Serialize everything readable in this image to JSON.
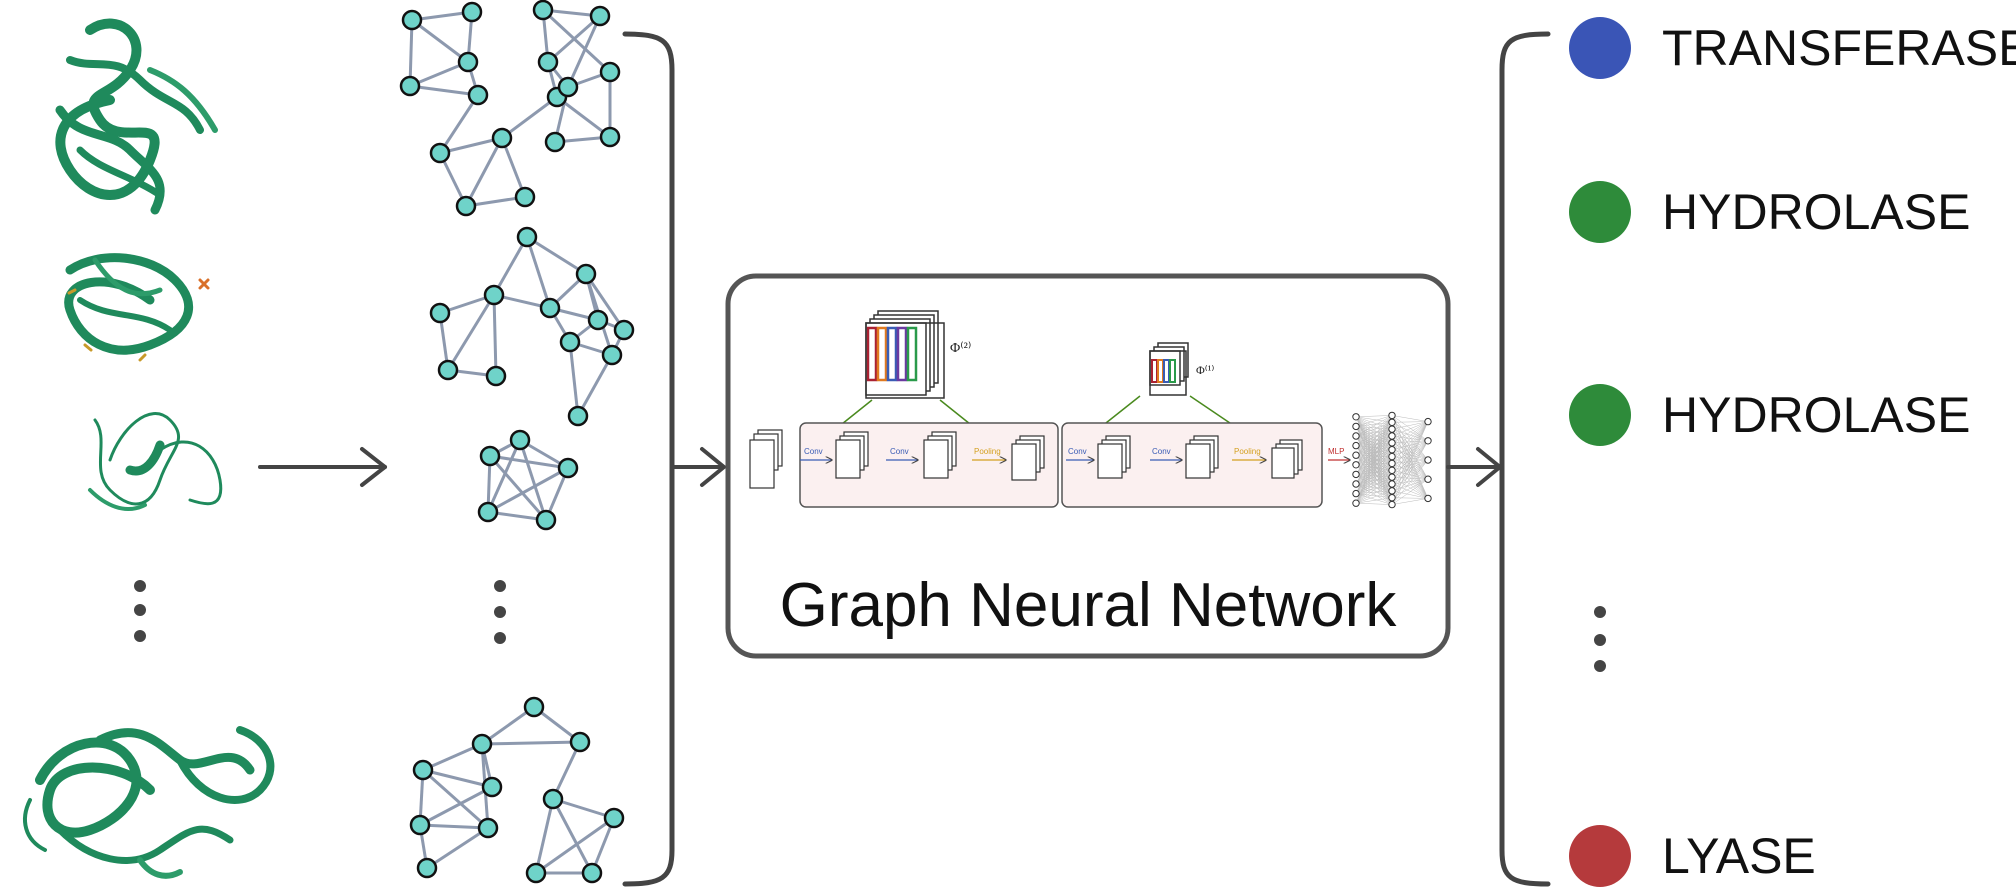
{
  "gnn": {
    "title": "Graph Neural Network",
    "phi_top": "Φ⁽²⁾",
    "phi_mid": "Φ⁽¹⁾",
    "layer_conv": "Conv",
    "layer_pooling": "Pooling",
    "layer_mlp": "MLP"
  },
  "classes": [
    {
      "label": "TRANSFERASE",
      "color": "#3a55b6"
    },
    {
      "label": "HYDROLASE",
      "color": "#2e8b3a"
    },
    {
      "label": "HYDROLASE",
      "color": "#2e8b3a"
    },
    {
      "label": "LYASE",
      "color": "#b53a3c"
    }
  ],
  "colors": {
    "protein": "#1f8a5c",
    "node_fill": "#6fd3c9",
    "edge": "#8d99ae",
    "arrow": "#444444",
    "panel_border": "#555555",
    "block_fill": "#fbf0f0"
  },
  "icons": {
    "protein": "protein-ribbon-icon",
    "graph": "graph-network-icon",
    "arrow": "arrow-right-icon",
    "ellipsis": "vertical-ellipsis-icon"
  }
}
